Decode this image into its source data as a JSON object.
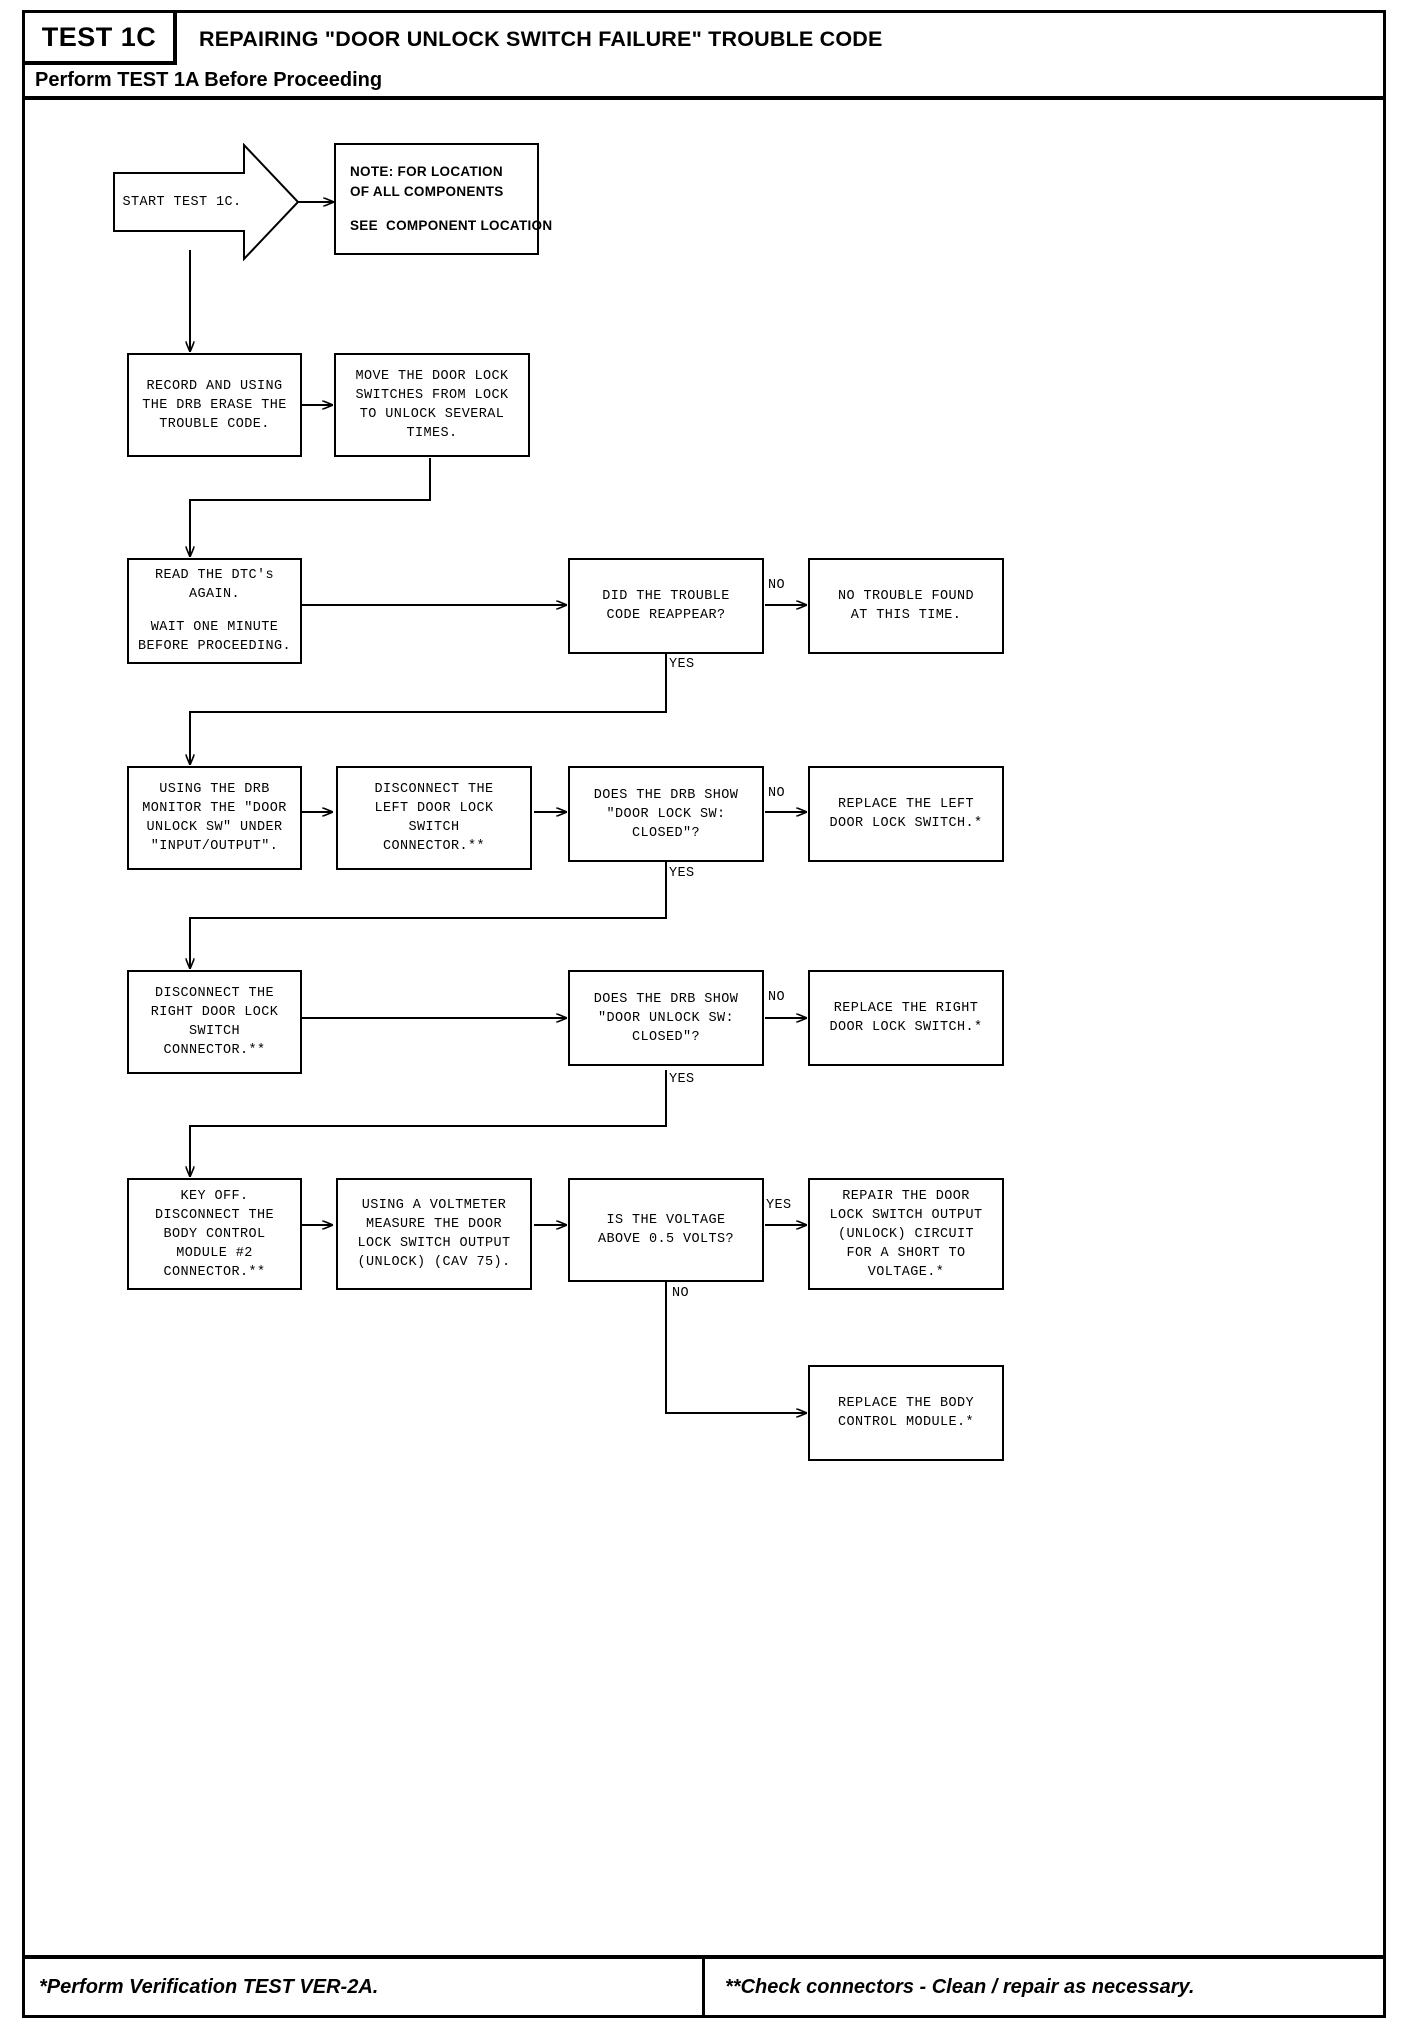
{
  "header": {
    "test_label": "TEST 1C",
    "title": "REPAIRING \"DOOR UNLOCK SWITCH FAILURE\" TROUBLE CODE",
    "subtitle": "Perform TEST 1A Before Proceeding"
  },
  "footer": {
    "left": "*Perform Verification TEST VER-2A.",
    "right": "**Check connectors - Clean / repair as necessary."
  },
  "chart_data": {
    "type": "flowchart",
    "title": "REPAIRING \"DOOR UNLOCK SWITCH FAILURE\" TROUBLE CODE",
    "nodes": [
      {
        "id": "start",
        "shape": "arrow-pentagon",
        "text": [
          "START TEST 1C."
        ]
      },
      {
        "id": "note",
        "shape": "note-box",
        "text": [
          "NOTE: FOR LOCATION",
          "OF ALL COMPONENTS",
          "",
          "SEE  COMPONENT LOCATION"
        ]
      },
      {
        "id": "record",
        "shape": "rect",
        "text": [
          "RECORD AND USING",
          "THE DRB ERASE THE",
          "TROUBLE CODE."
        ]
      },
      {
        "id": "move",
        "shape": "rect",
        "text": [
          "MOVE THE DOOR LOCK",
          "SWITCHES FROM LOCK",
          "TO UNLOCK SEVERAL",
          "TIMES."
        ]
      },
      {
        "id": "read",
        "shape": "rect",
        "text": [
          "READ THE DTC's",
          "AGAIN.",
          "",
          "WAIT ONE MINUTE",
          "BEFORE PROCEEDING."
        ]
      },
      {
        "id": "q1",
        "shape": "rect",
        "text": [
          "DID THE TROUBLE",
          "CODE REAPPEAR?"
        ]
      },
      {
        "id": "notrouble",
        "shape": "rect",
        "text": [
          "NO TROUBLE FOUND",
          "AT THIS TIME."
        ]
      },
      {
        "id": "monitor",
        "shape": "rect",
        "text": [
          "USING THE DRB",
          "MONITOR THE \"DOOR",
          "UNLOCK SW\" UNDER",
          "\"INPUT/OUTPUT\"."
        ]
      },
      {
        "id": "discleft",
        "shape": "rect",
        "text": [
          "DISCONNECT THE",
          "LEFT DOOR LOCK",
          "SWITCH",
          "CONNECTOR.**"
        ]
      },
      {
        "id": "q2",
        "shape": "rect",
        "text": [
          "DOES THE DRB SHOW",
          "\"DOOR LOCK SW:",
          "CLOSED\"?"
        ]
      },
      {
        "id": "replleft",
        "shape": "rect",
        "text": [
          "REPLACE THE LEFT",
          "DOOR LOCK SWITCH.*"
        ]
      },
      {
        "id": "discright",
        "shape": "rect",
        "text": [
          "DISCONNECT THE",
          "RIGHT DOOR LOCK",
          "SWITCH",
          "CONNECTOR.**"
        ]
      },
      {
        "id": "q3",
        "shape": "rect",
        "text": [
          "DOES THE DRB SHOW",
          "\"DOOR UNLOCK SW:",
          "CLOSED\"?"
        ]
      },
      {
        "id": "replright",
        "shape": "rect",
        "text": [
          "REPLACE THE RIGHT",
          "DOOR LOCK SWITCH.*"
        ]
      },
      {
        "id": "keyoff",
        "shape": "rect",
        "text": [
          "KEY OFF.",
          "DISCONNECT THE",
          "BODY CONTROL",
          "MODULE #2",
          "CONNECTOR.**"
        ]
      },
      {
        "id": "voltmeter",
        "shape": "rect",
        "text": [
          "USING A VOLTMETER",
          "MEASURE THE DOOR",
          "LOCK SWITCH OUTPUT",
          "(UNLOCK) (CAV 75)."
        ]
      },
      {
        "id": "q4",
        "shape": "rect",
        "text": [
          "IS THE VOLTAGE",
          "ABOVE 0.5 VOLTS?"
        ]
      },
      {
        "id": "repair",
        "shape": "rect",
        "text": [
          "REPAIR THE DOOR",
          "LOCK SWITCH OUTPUT",
          "(UNLOCK) CIRCUIT",
          "FOR A SHORT TO",
          "VOLTAGE.*"
        ]
      },
      {
        "id": "replbcm",
        "shape": "rect",
        "text": [
          "REPLACE THE BODY",
          "CONTROL MODULE.*"
        ]
      }
    ],
    "edges": [
      {
        "from": "start",
        "to": "note",
        "label": ""
      },
      {
        "from": "note",
        "to": "record",
        "label": ""
      },
      {
        "from": "record",
        "to": "move",
        "label": ""
      },
      {
        "from": "move",
        "to": "read",
        "label": ""
      },
      {
        "from": "read",
        "to": "q1",
        "label": ""
      },
      {
        "from": "q1",
        "to": "notrouble",
        "label": "NO"
      },
      {
        "from": "q1",
        "to": "monitor",
        "label": "YES"
      },
      {
        "from": "monitor",
        "to": "discleft",
        "label": ""
      },
      {
        "from": "discleft",
        "to": "q2",
        "label": ""
      },
      {
        "from": "q2",
        "to": "replleft",
        "label": "NO"
      },
      {
        "from": "q2",
        "to": "discright",
        "label": "YES"
      },
      {
        "from": "discright",
        "to": "q3",
        "label": ""
      },
      {
        "from": "q3",
        "to": "replright",
        "label": "NO"
      },
      {
        "from": "q3",
        "to": "keyoff",
        "label": "YES"
      },
      {
        "from": "keyoff",
        "to": "voltmeter",
        "label": ""
      },
      {
        "from": "voltmeter",
        "to": "q4",
        "label": ""
      },
      {
        "from": "q4",
        "to": "repair",
        "label": "YES"
      },
      {
        "from": "q4",
        "to": "replbcm",
        "label": "NO"
      }
    ],
    "edge_labels": [
      "NO",
      "YES",
      "NO",
      "YES",
      "NO",
      "YES",
      "YES",
      "NO"
    ]
  }
}
